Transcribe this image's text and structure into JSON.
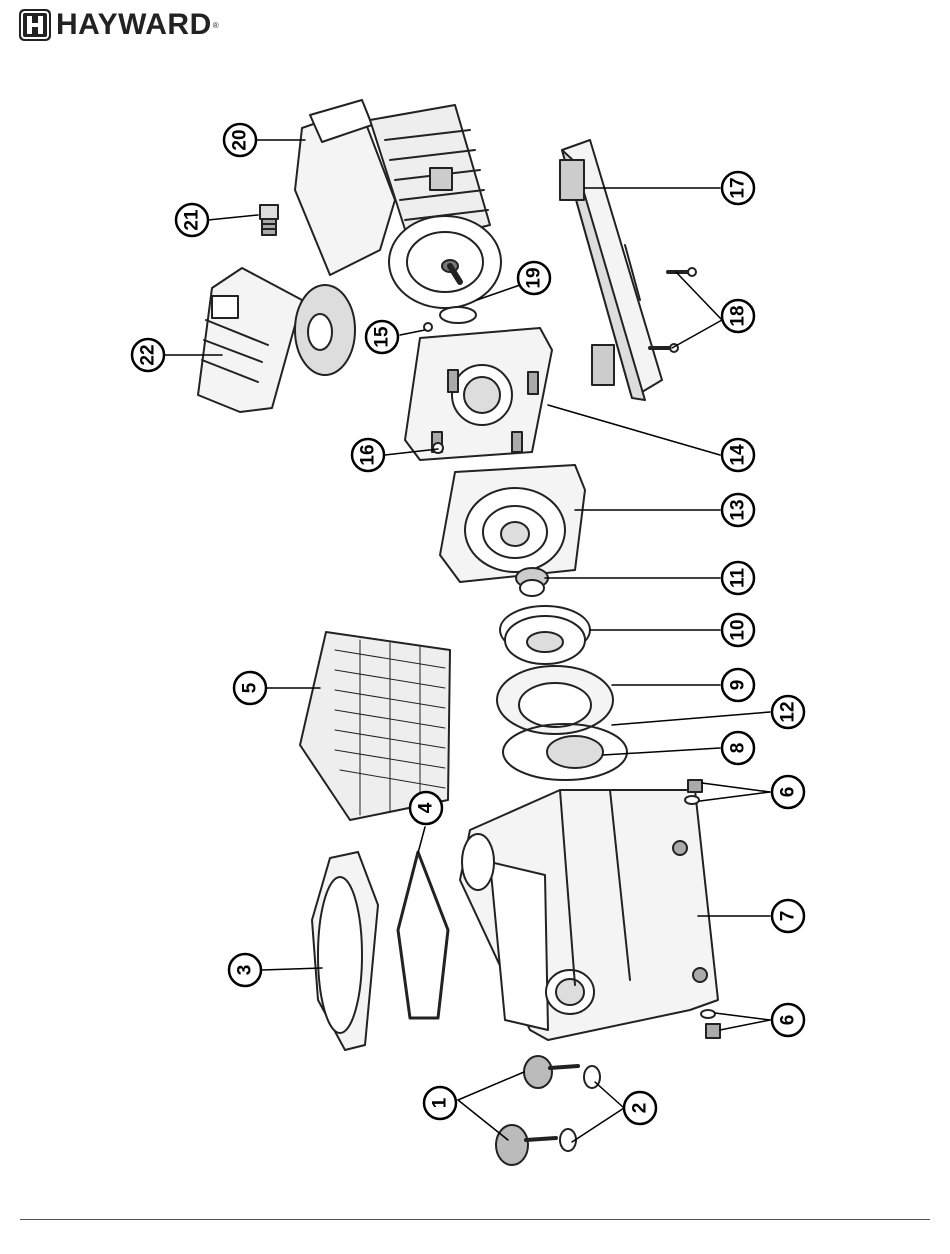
{
  "brand": {
    "name": "HAYWARD",
    "registered": "®"
  },
  "callouts": {
    "c1": "1",
    "c2": "2",
    "c3": "3",
    "c4": "4",
    "c5": "5",
    "c6a": "6",
    "c6b": "6",
    "c7": "7",
    "c8": "8",
    "c9": "9",
    "c10": "10",
    "c11": "11",
    "c12": "12",
    "c13": "13",
    "c14": "14",
    "c15": "15",
    "c16": "16",
    "c17": "17",
    "c18": "18",
    "c19": "19",
    "c20": "20",
    "c21": "21",
    "c22": "22"
  }
}
